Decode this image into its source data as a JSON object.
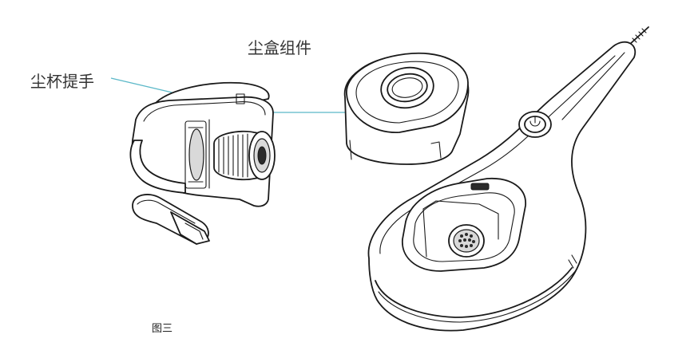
{
  "labels": {
    "cup_handle": "尘杯提手",
    "dust_box_assembly": "尘盒组件"
  },
  "caption": "图三",
  "colors": {
    "leader_line": "#5bb8c8",
    "line_art": "#1a1a1a",
    "text": "#333333"
  }
}
